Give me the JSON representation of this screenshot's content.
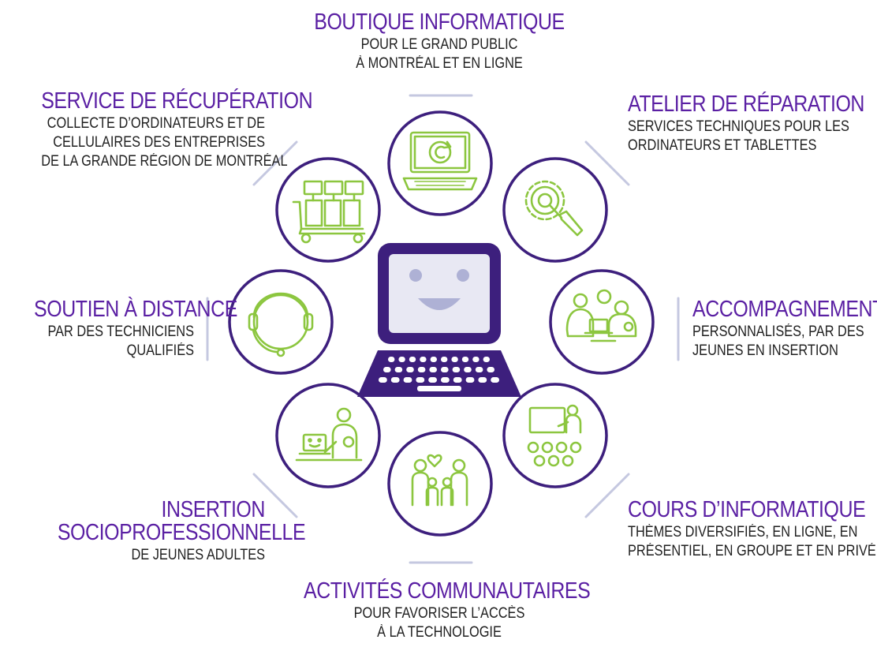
{
  "colors": {
    "purple": "#3d1f7d",
    "title_purple": "#5a1fa3",
    "green": "#8cc63f",
    "divider": "#c5c8e0",
    "text": "#1f1f1f"
  },
  "center": {
    "icon": "smiling-laptop-icon"
  },
  "services": [
    {
      "id": "boutique",
      "icon": "laptop-recycle-icon",
      "title": "BOUTIQUE INFORMATIQUE",
      "lines": [
        "POUR LE GRAND PUBLIC",
        "À MONTRÉAL ET EN LIGNE"
      ]
    },
    {
      "id": "atelier",
      "icon": "gear-screwdriver-icon",
      "title": "ATELIER DE RÉPARATION",
      "lines": [
        "SERVICES TECHNIQUES POUR LES",
        "ORDINATEURS ET TABLETTES"
      ]
    },
    {
      "id": "accompagnements",
      "icon": "two-people-laptop-icon",
      "title": "ACCOMPAGNEMENTS",
      "lines": [
        "PERSONNALISÉS, PAR DES",
        "JEUNES EN INSERTION"
      ]
    },
    {
      "id": "cours",
      "icon": "classroom-icon",
      "title": "COURS D’INFORMATIQUE",
      "lines": [
        "THÈMES DIVERSIFIÉS, EN LIGNE, EN",
        "PRÉSENTIEL, EN GROUPE ET EN PRIVÉ"
      ]
    },
    {
      "id": "activites",
      "icon": "family-heart-icon",
      "title": "ACTIVITÉS COMMUNAUTAIRES",
      "lines": [
        "POUR FAVORISER L’ACCÈS",
        "À LA TECHNOLOGIE"
      ]
    },
    {
      "id": "insertion",
      "icon": "person-laptop-icon",
      "title_lines": [
        "INSERTION",
        "SOCIOPROFESSIONNELLE"
      ],
      "lines": [
        "DE JEUNES ADULTES"
      ]
    },
    {
      "id": "soutien",
      "icon": "headset-icon",
      "title": "SOUTIEN À DISTANCE",
      "lines": [
        "PAR DES TECHNICIENS",
        "QUALIFIÉS"
      ]
    },
    {
      "id": "recuperation",
      "icon": "computer-cart-icon",
      "title": "SERVICE DE RÉCUPÉRATION",
      "lines": [
        "COLLECTE D’ORDINATEURS ET DE",
        "CELLULAIRES DES ENTREPRISES",
        "DE LA GRANDE RÉGION DE MONTRÉAL"
      ]
    }
  ]
}
